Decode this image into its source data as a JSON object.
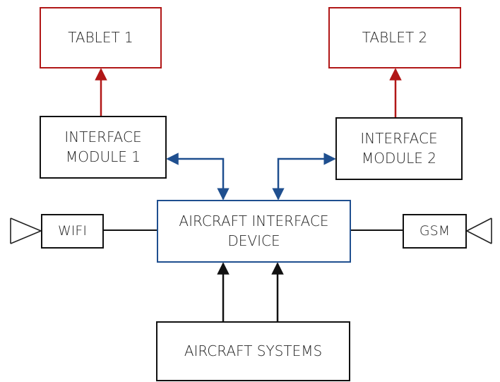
{
  "diagram": {
    "nodes": {
      "tablet1": {
        "label": "TABLET 1"
      },
      "tablet2": {
        "label": "TABLET 2"
      },
      "interface_module_1": {
        "label": "INTERFACE\nMODULE 1"
      },
      "interface_module_2": {
        "label": "INTERFACE\nMODULE 2"
      },
      "aircraft_interface_device": {
        "label": "AIRCRAFT INTERFACE\nDEVICE"
      },
      "wifi": {
        "label": "WIFI"
      },
      "gsm": {
        "label": "GSM"
      },
      "aircraft_systems": {
        "label": "AIRCRAFT SYSTEMS"
      }
    },
    "connections": [
      {
        "from": "interface_module_1",
        "to": "tablet1",
        "style": "arrow",
        "color": "red"
      },
      {
        "from": "interface_module_2",
        "to": "tablet2",
        "style": "arrow",
        "color": "red"
      },
      {
        "from": "aircraft_interface_device",
        "to": "interface_module_1",
        "style": "bidirectional",
        "color": "blue"
      },
      {
        "from": "aircraft_interface_device",
        "to": "interface_module_2",
        "style": "bidirectional",
        "color": "blue"
      },
      {
        "from": "aircraft_systems",
        "to": "aircraft_interface_device",
        "style": "arrow",
        "color": "black",
        "count": 2
      },
      {
        "from": "wifi",
        "to": "aircraft_interface_device",
        "style": "line",
        "color": "black"
      },
      {
        "from": "gsm",
        "to": "aircraft_interface_device",
        "style": "line",
        "color": "black"
      }
    ],
    "antennas": [
      "wifi",
      "gsm"
    ],
    "colors": {
      "red": "#b11717",
      "blue": "#1f4f8f",
      "black": "#111111"
    }
  }
}
